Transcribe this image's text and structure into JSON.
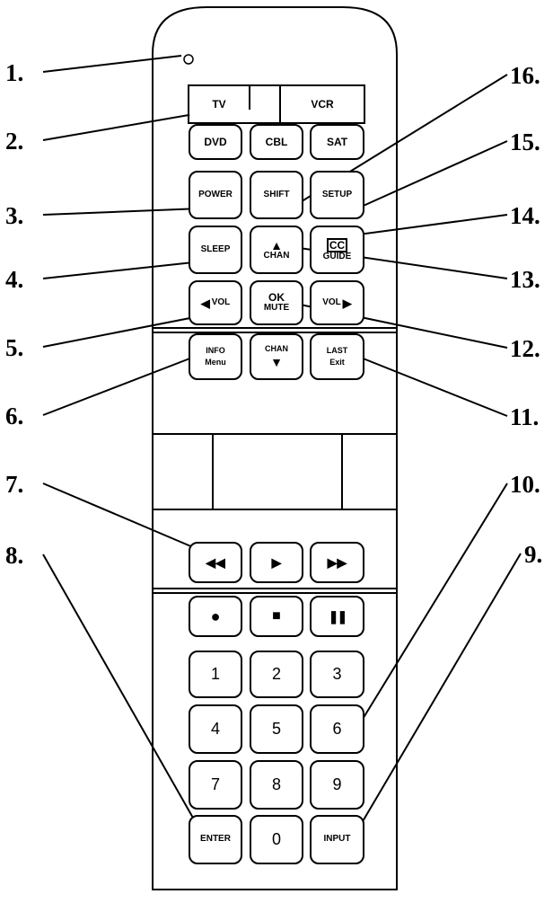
{
  "callouts": [
    "1.",
    "2.",
    "3.",
    "4.",
    "5.",
    "6.",
    "7.",
    "8.",
    "9.",
    "10.",
    "11.",
    "12.",
    "13.",
    "14.",
    "15.",
    "16."
  ],
  "buttons": {
    "tv": "TV",
    "vcr": "VCR",
    "dvd": "DVD",
    "cbl": "CBL",
    "sat": "SAT",
    "power": "POWER",
    "shift": "SHIFT",
    "setup": "SETUP",
    "sleep": "SLEEP",
    "chan": "CHAN",
    "cc": "CC",
    "guide": "GUIDE",
    "vol": "VOL",
    "ok": "OK",
    "mute": "MUTE",
    "info": "INFO",
    "menu": "Menu",
    "last": "LAST",
    "exit": "Exit",
    "digits": [
      "1",
      "2",
      "3",
      "4",
      "5",
      "6",
      "7",
      "8",
      "9",
      "0"
    ],
    "enter": "ENTER",
    "input": "INPUT"
  },
  "icons": [
    "indicator-light",
    "chevron-up",
    "chevron-down",
    "chevron-left",
    "chevron-right",
    "rewind",
    "play",
    "fast-forward",
    "record",
    "stop",
    "pause"
  ]
}
